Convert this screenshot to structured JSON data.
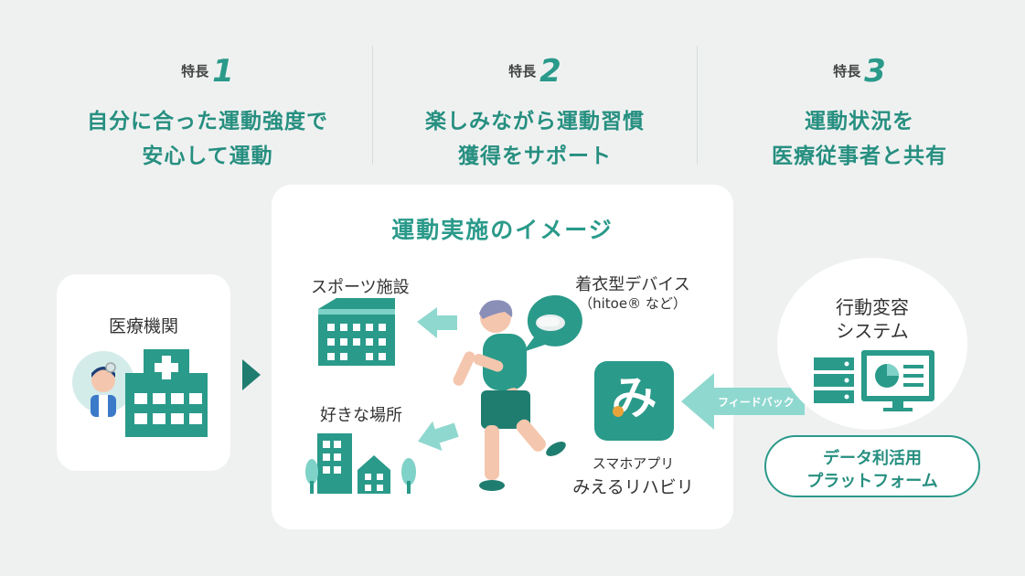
{
  "features": [
    {
      "label": "特長",
      "number": "1",
      "lines": [
        "自分に合った運動強度で",
        "安心して運動"
      ]
    },
    {
      "label": "特長",
      "number": "2",
      "lines": [
        "楽しみながら運動習慣",
        "獲得をサポート"
      ]
    },
    {
      "label": "特長",
      "number": "3",
      "lines": [
        "運動状況を",
        "医療従事者と共有"
      ]
    }
  ],
  "medical": {
    "title": "医療機関"
  },
  "exercise": {
    "title": "運動実施のイメージ",
    "sports": "スポーツ施設",
    "favorite": "好きな場所",
    "wearable": "着衣型デバイス",
    "wearable_note": "（hitoe® など）",
    "app_label": "スマホアプリ",
    "app_name": "みえるリハビリ",
    "app_icon": "み"
  },
  "behavior": {
    "line1": "行動変容",
    "line2": "システム"
  },
  "feedback": "フィードバック",
  "platform": {
    "line1": "データ利活用",
    "line2": "プラットフォーム"
  },
  "colors": {
    "teal": "#2a9a8a",
    "light_teal": "#7fd2c8",
    "background": "#eff1f1"
  }
}
